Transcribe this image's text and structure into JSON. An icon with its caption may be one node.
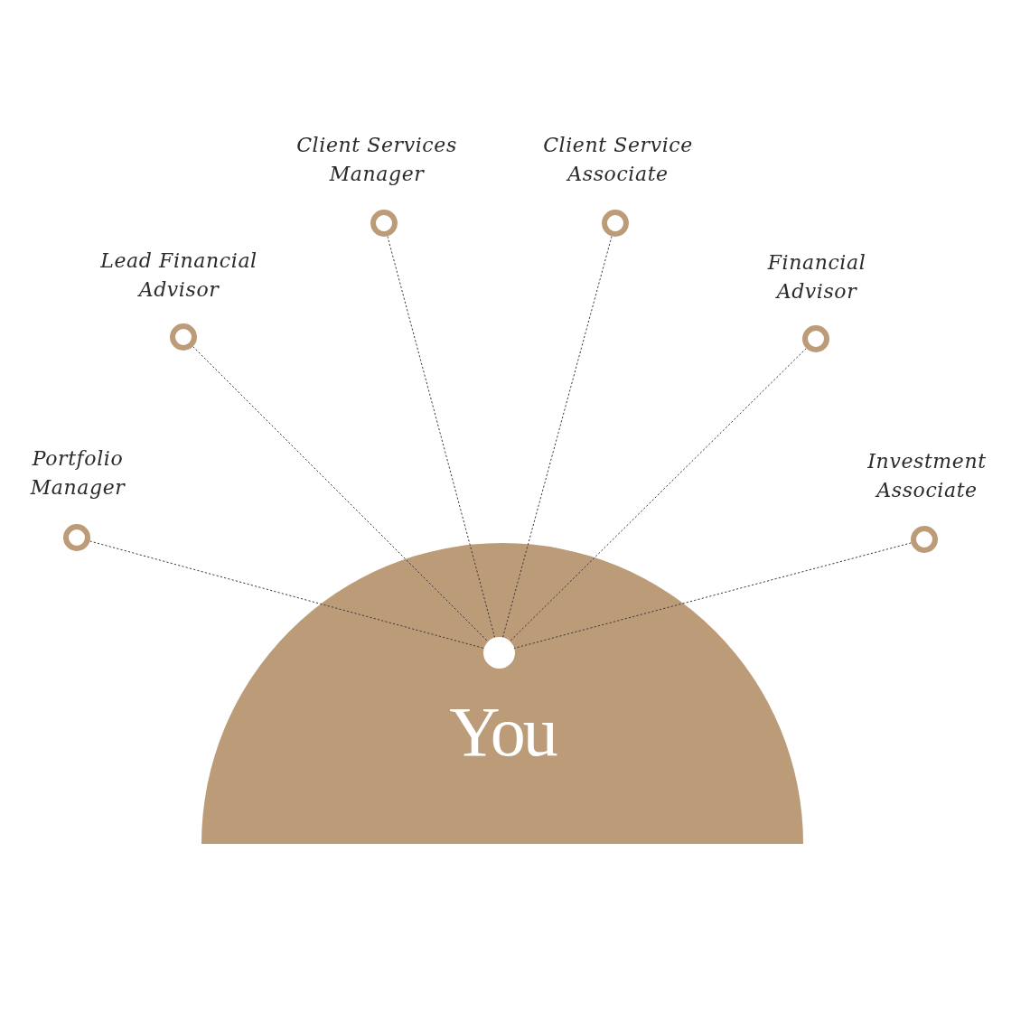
{
  "diagram": {
    "nodes": [
      {
        "text": [
          "Portfolio Manager"
        ]
      },
      {
        "text": [
          "Lead Financial Advisor"
        ]
      },
      {
        "text": [
          "Client Services Manager"
        ]
      },
      {
        "text": [
          "Client Service Associate"
        ]
      },
      {
        "text": [
          "Financial Advisor"
        ]
      },
      {
        "text": [
          "Investment Associate"
        ]
      },
      {
        "text": [
          "You"
        ]
      },
      {
        "text": [],
        "shape": "circle",
        "in": 6
      }
    ],
    "edges": [
      {
        "from": 0,
        "to": 7,
        "arrow": "none",
        "style": "dashed"
      },
      {
        "from": 1,
        "to": 7,
        "arrow": "none",
        "style": "dashed"
      },
      {
        "from": 2,
        "to": 7,
        "arrow": "none",
        "style": "dashed"
      },
      {
        "from": 3,
        "to": 7,
        "arrow": "none",
        "style": "dashed"
      },
      {
        "from": 4,
        "to": 7,
        "arrow": "none",
        "style": "dashed"
      },
      {
        "from": 5,
        "to": 7,
        "arrow": "none",
        "style": "dashed"
      }
    ]
  }
}
